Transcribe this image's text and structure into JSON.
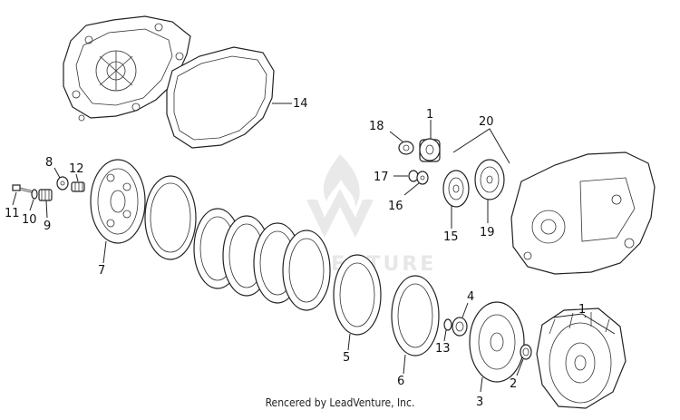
{
  "labels": {
    "l1a": "1",
    "l14": "14",
    "l18": "18",
    "l20": "20",
    "l17": "17",
    "l16": "16",
    "l15": "15",
    "l19": "19",
    "l8": "8",
    "l12": "12",
    "l11": "11",
    "l10": "10",
    "l9": "9",
    "l7": "7",
    "l5": "5",
    "l6": "6",
    "l4": "4",
    "l13": "13",
    "l3": "3",
    "l2": "2",
    "l1b": "1"
  },
  "watermark": "LEADVENTURE",
  "credit": "Rencered by LeadVenture, Inc."
}
